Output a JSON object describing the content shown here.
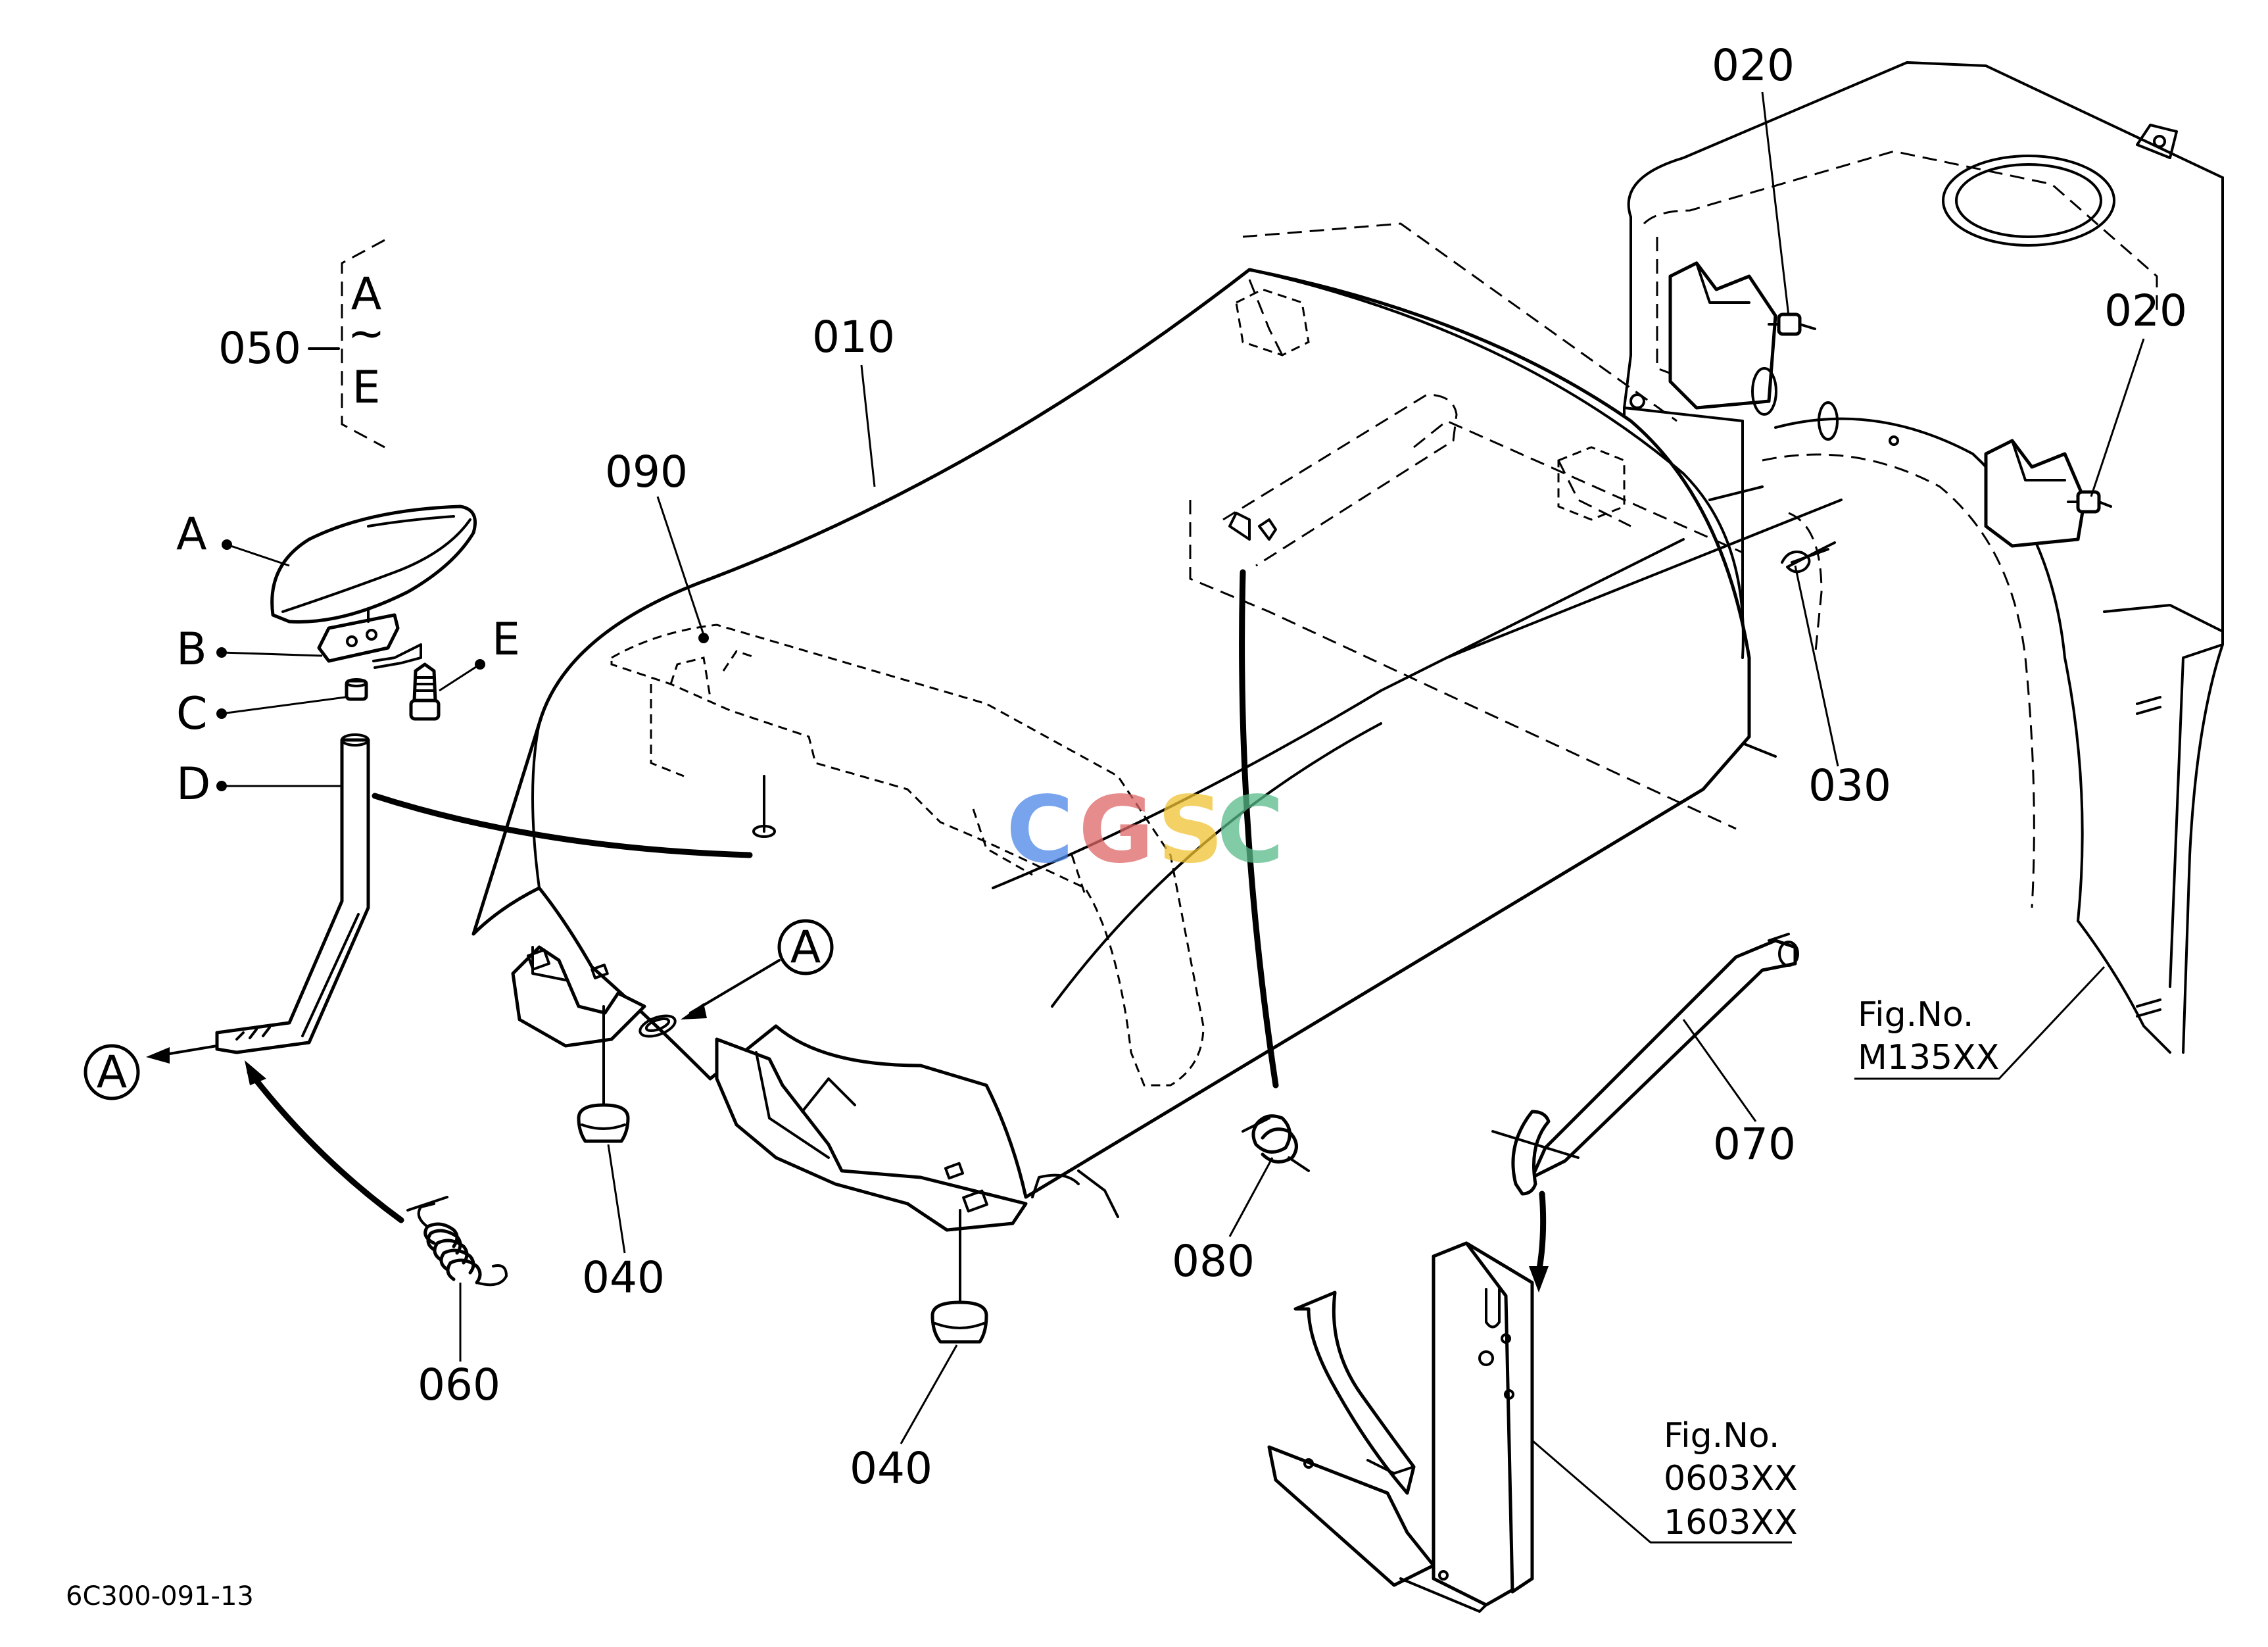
{
  "diagram": {
    "part_numbers": {
      "p010": "010",
      "p020_left": "020",
      "p020_right": "020",
      "p030": "030",
      "p040_left": "040",
      "p040_bottom": "040",
      "p050": "050",
      "p060": "060",
      "p070": "070",
      "p080": "080",
      "p090": "090"
    },
    "kit_range": {
      "from": "A",
      "tilde": "~",
      "to": "E"
    },
    "sub_parts": {
      "a": "A",
      "b": "B",
      "c": "C",
      "d": "D",
      "e": "E"
    },
    "reference_marks": {
      "circle_left": "A",
      "circle_center": "A"
    },
    "fig_ref_right": {
      "label": "Fig.No.",
      "number": "M135XX"
    },
    "fig_ref_bottom": {
      "label": "Fig.No.",
      "number1": "0603XX",
      "number2": "1603XX"
    },
    "drawing_code": "6C300-091-13",
    "watermark": {
      "letters": [
        "C",
        "G",
        "S",
        "C"
      ],
      "colors": [
        "#4a86e8",
        "#e06666",
        "#f1c232",
        "#57bb8a"
      ]
    }
  }
}
